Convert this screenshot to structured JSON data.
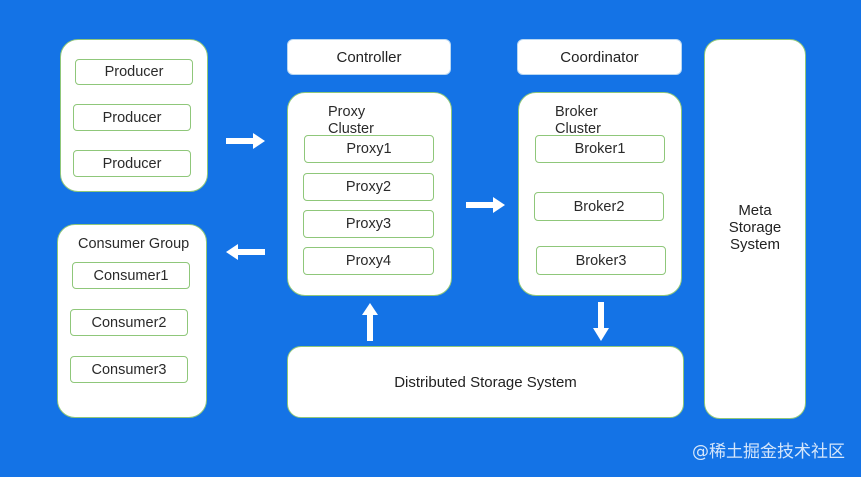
{
  "producers": [
    "Producer",
    "Producer",
    "Producer"
  ],
  "consumer_group": {
    "title": "Consumer Group",
    "items": [
      "Consumer1",
      "Consumer2",
      "Consumer3"
    ]
  },
  "controller_label": "Controller",
  "coordinator_label": "Coordinator",
  "proxy_cluster": {
    "title_line1": "Proxy",
    "title_line2": "Cluster",
    "items": [
      "Proxy1",
      "Proxy2",
      "Proxy3",
      "Proxy4"
    ]
  },
  "broker_cluster": {
    "title_line1": "Broker",
    "title_line2": "Cluster",
    "items": [
      "Broker1",
      "Broker2",
      "Broker3"
    ]
  },
  "meta_storage": {
    "line1": "Meta",
    "line2": "Storage",
    "line3": "System"
  },
  "storage_label": "Distributed Storage System",
  "watermark": "@稀土掘金技术社区",
  "colors": {
    "background": "#1473e6",
    "border_green": "#8fc77a",
    "arrow": "#ffffff"
  }
}
